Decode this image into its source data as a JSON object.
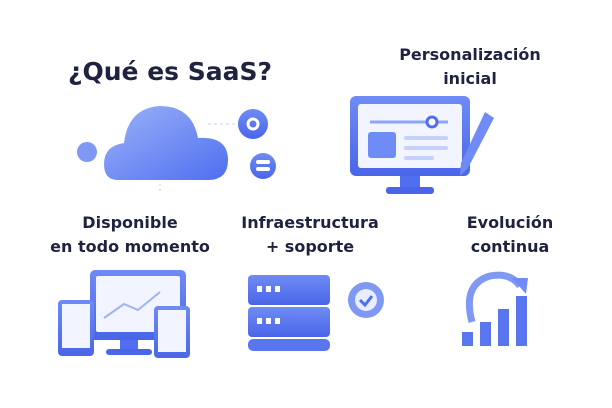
{
  "title": "¿Qué es SaaS?",
  "sections": [
    {
      "line1": "Personalización",
      "line2": "inicial",
      "icon": "monitor-customization-icon"
    },
    {
      "line1": "Disponible",
      "line2": "en todo momento",
      "icon": "multi-device-icon"
    },
    {
      "line1": "Infraestructura",
      "line2": "+ soporte",
      "icon": "server-icon"
    },
    {
      "line1": "Evolución",
      "line2": "continua",
      "icon": "growth-chart-icon"
    }
  ],
  "colors": {
    "primary": "#4f6ef0",
    "light": "#8ea6f7",
    "text": "#1f2340"
  }
}
